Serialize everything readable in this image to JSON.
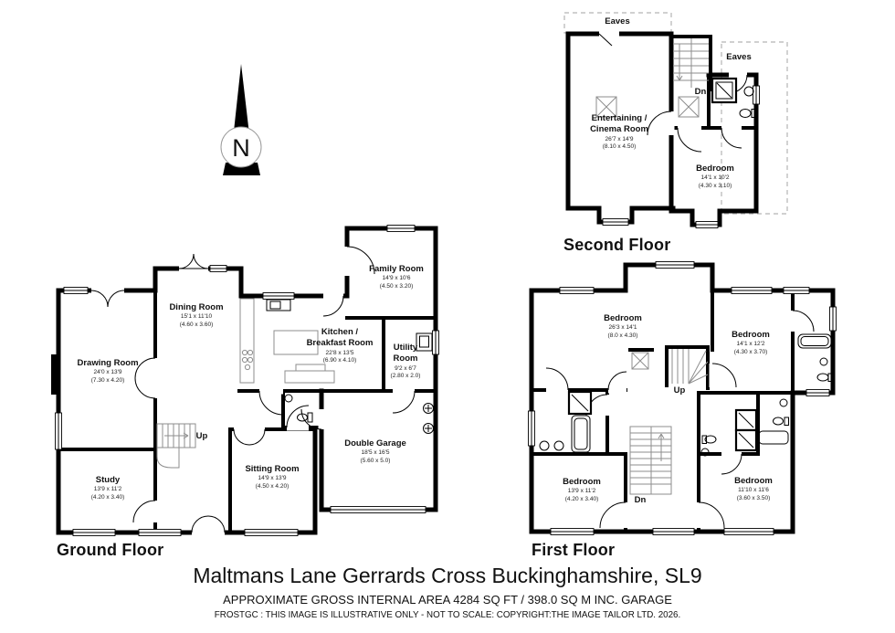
{
  "page": {
    "title": "Maltmans Lane Gerrards Cross Buckinghamshire, SL9",
    "area_line": "APPROXIMATE GROSS INTERNAL AREA 4284 SQ FT / 398.0 SQ M INC. GARAGE",
    "disclaimer": "FROSTGC : THIS IMAGE IS ILLUSTRATIVE ONLY - NOT TO SCALE: COPYRIGHT:THE IMAGE TAILOR LTD. 2026."
  },
  "compass": {
    "north": "N"
  },
  "ground": {
    "label": "Ground Floor",
    "stairs_up": "Up",
    "rooms": {
      "drawing": {
        "name": "Drawing Room",
        "ft": "24'0 x 13'9",
        "m": "(7.30 x 4.20)"
      },
      "dining": {
        "name": "Dining Room",
        "ft": "15'1 x 11'10",
        "m": "(4.60 x 3.60)"
      },
      "kitchen": {
        "name1": "Kitchen /",
        "name2": "Breakfast Room",
        "ft": "22'8 x 13'5",
        "m": "(6.90 x 4.10)"
      },
      "family": {
        "name": "Family Room",
        "ft": "14'9 x 10'6",
        "m": "(4.50 x 3.20)"
      },
      "utility": {
        "name1": "Utility",
        "name2": "Room",
        "ft": "9'2 x 6'7",
        "m": "(2.80 x 2.0)"
      },
      "study": {
        "name": "Study",
        "ft": "13'9 x 11'2",
        "m": "(4.20 x 3.40)"
      },
      "sitting": {
        "name": "Sitting Room",
        "ft": "14'9 x 13'9",
        "m": "(4.50 x 4.20)"
      },
      "garage": {
        "name": "Double Garage",
        "ft": "18'5 x 16'5",
        "m": "(5.60 x 5.0)"
      }
    }
  },
  "first": {
    "label": "First Floor",
    "stairs_up": "Up",
    "stairs_dn": "Dn",
    "rooms": {
      "bed_tl": {
        "name": "Bedroom",
        "ft": "26'3 x 14'1",
        "m": "(8.0 x 4.30)"
      },
      "bed_tr": {
        "name": "Bedroom",
        "ft": "14'1 x 12'2",
        "m": "(4.30 x 3.70)"
      },
      "bed_bl": {
        "name": "Bedroom",
        "ft": "13'9 x 11'2",
        "m": "(4.20 x 3.40)"
      },
      "bed_br": {
        "name": "Bedroom",
        "ft": "11'10 x 11'6",
        "m": "(3.60 x 3.50)"
      }
    }
  },
  "second": {
    "label": "Second Floor",
    "stairs_dn": "Dn",
    "eaves_top": "Eaves",
    "eaves_right": "Eaves",
    "rooms": {
      "cinema": {
        "name1": "Entertaining /",
        "name2": "Cinema Room",
        "ft": "26'7 x 14'9",
        "m": "(8.10 x 4.50)"
      },
      "bedroom": {
        "name": "Bedroom",
        "ft": "14'1 x 10'2",
        "m": "(4.30 x 3.10)"
      }
    }
  }
}
